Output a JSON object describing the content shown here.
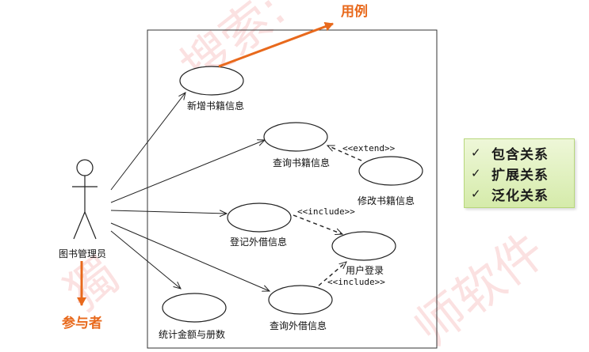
{
  "callouts": {
    "use_case": "用例",
    "actor": "参与者"
  },
  "actor": {
    "label": "图书管理员"
  },
  "use_cases": [
    {
      "id": "add",
      "label": "新增书籍信息"
    },
    {
      "id": "query_books",
      "label": "查询书籍信息"
    },
    {
      "id": "modify",
      "label": "修改书籍信息"
    },
    {
      "id": "register",
      "label": "登记外借信息"
    },
    {
      "id": "login",
      "label": "用户登录"
    },
    {
      "id": "query_loans",
      "label": "查询外借信息"
    },
    {
      "id": "stats",
      "label": "统计金额与册数"
    }
  ],
  "stereotypes": {
    "extend": "<<extend>>",
    "include_1": "<<include>>",
    "include_2": "<<include>>"
  },
  "relations_box": {
    "check_icon": "check-icon",
    "items": [
      "包含关系",
      "扩展关系",
      "泛化关系"
    ]
  },
  "watermark": [
    "搜索:",
    "獨",
    "师软件"
  ],
  "colors": {
    "accent": "#e8691c",
    "watermark": "#f07a7a",
    "relations_bg": "#d5ebaa"
  }
}
